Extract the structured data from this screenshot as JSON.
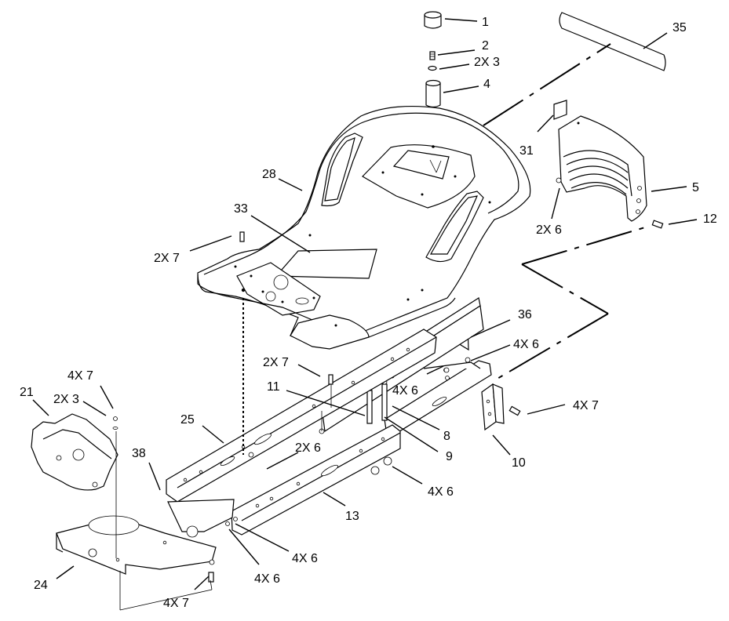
{
  "callouts": [
    {
      "id": "c1",
      "text": "1"
    },
    {
      "id": "c2",
      "text": "2"
    },
    {
      "id": "c3",
      "text": "2X 3"
    },
    {
      "id": "c4",
      "text": "4"
    },
    {
      "id": "c35",
      "text": "35"
    },
    {
      "id": "c31",
      "text": "31"
    },
    {
      "id": "c5",
      "text": "5"
    },
    {
      "id": "c12",
      "text": "12"
    },
    {
      "id": "c2x6a",
      "text": "2X 6"
    },
    {
      "id": "c28",
      "text": "28"
    },
    {
      "id": "c33",
      "text": "33"
    },
    {
      "id": "c2x7a",
      "text": "2X 7"
    },
    {
      "id": "c36",
      "text": "36"
    },
    {
      "id": "c4x6a",
      "text": "4X 6"
    },
    {
      "id": "c2x7b",
      "text": "2X 7"
    },
    {
      "id": "c11",
      "text": "11"
    },
    {
      "id": "c4x6b",
      "text": "4X 6"
    },
    {
      "id": "c4x7a",
      "text": "4X 7"
    },
    {
      "id": "c8",
      "text": "8"
    },
    {
      "id": "c9",
      "text": "9"
    },
    {
      "id": "c10",
      "text": "10"
    },
    {
      "id": "c4x7b",
      "text": "4X 7"
    },
    {
      "id": "c21",
      "text": "21"
    },
    {
      "id": "c2x3b",
      "text": "2X 3"
    },
    {
      "id": "c25",
      "text": "25"
    },
    {
      "id": "c2x6b",
      "text": "2X 6"
    },
    {
      "id": "c38",
      "text": "38"
    },
    {
      "id": "c4x6c",
      "text": "4X 6"
    },
    {
      "id": "c13",
      "text": "13"
    },
    {
      "id": "c4x6d",
      "text": "4X 6"
    },
    {
      "id": "c4x6e",
      "text": "4X 6"
    },
    {
      "id": "c24",
      "text": "24"
    },
    {
      "id": "c4x7c",
      "text": "4X 7"
    }
  ]
}
